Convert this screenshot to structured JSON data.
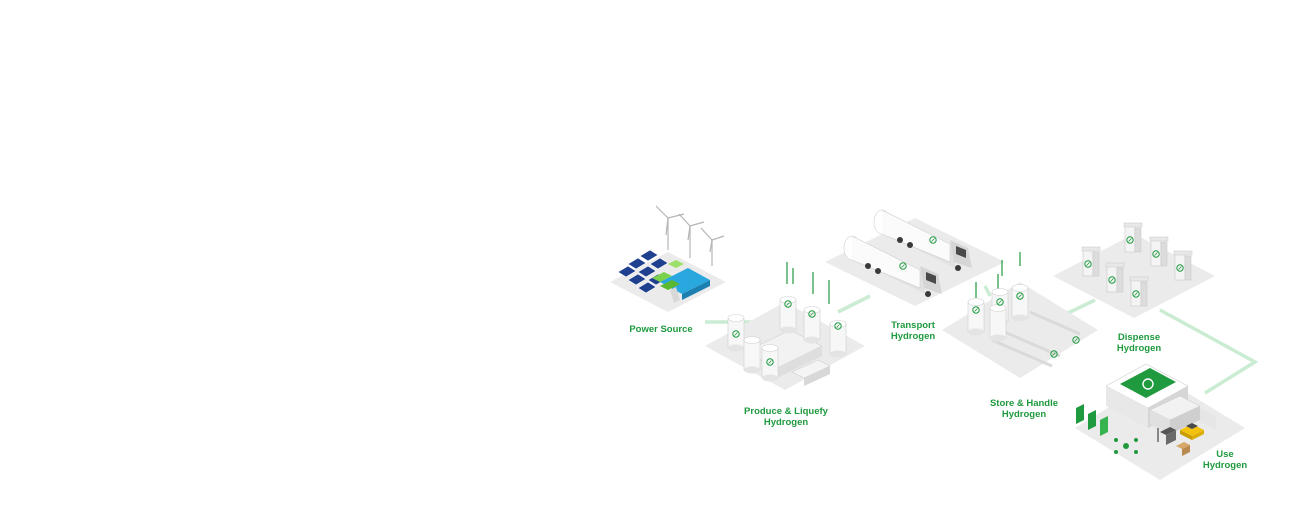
{
  "stages": {
    "power_source": {
      "line1": "Power Source"
    },
    "produce": {
      "line1": "Produce  &  Liquefy",
      "line2": "Hydrogen"
    },
    "transport": {
      "line1": "Transport",
      "line2": "Hydrogen"
    },
    "store": {
      "line1": "Store & Handle",
      "line2": "Hydrogen"
    },
    "dispense": {
      "line1": "Dispense",
      "line2": "Hydrogen"
    },
    "use": {
      "line1": "Use",
      "line2": "Hydrogen"
    }
  },
  "colors": {
    "accent_green": "#1f9a3e",
    "connector_green": "#c9ecd2",
    "platform_gray": "#ebebeb",
    "solar_blue": "#1f3f8f",
    "water_blue": "#29a8e0",
    "taxi_yellow": "#f2c20f"
  },
  "icons": {
    "logo": "plug-logo-icon",
    "turbine": "wind-turbine-icon",
    "solar": "solar-panel-icon",
    "tank": "hydrogen-tank-icon",
    "truck": "tanker-truck-icon",
    "dispenser": "fuel-dispenser-icon",
    "forklift": "forklift-icon",
    "drone": "drone-icon",
    "taxi": "taxi-icon"
  }
}
